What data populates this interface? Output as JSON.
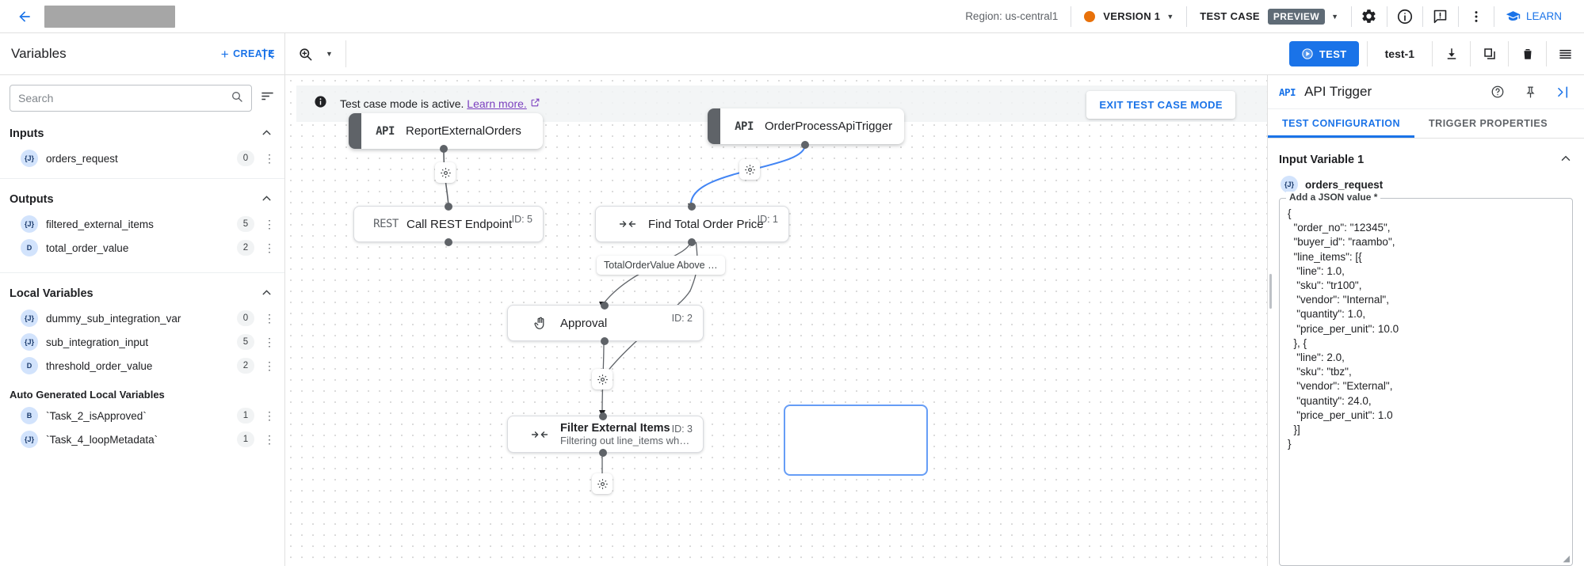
{
  "topbar": {
    "back_icon": "back-arrow-icon",
    "region_label": "Region: us-central1",
    "version_label": "VERSION 1",
    "version_color": "#E8710A",
    "test_case_label": "TEST CASE",
    "preview_chip": "PREVIEW",
    "icons": [
      "gear-icon",
      "info-icon",
      "feedback-icon",
      "more-vert-icon"
    ],
    "learn_label": "LEARN"
  },
  "subbar": {
    "variables_title": "Variables",
    "create_label": "CREATE",
    "collapse_icon": "collapse-left-icon",
    "zoom_icon": "zoom-icon",
    "test_label": "TEST",
    "testcase_name": "test-1",
    "icons": [
      "download-icon",
      "duplicate-icon",
      "delete-icon",
      "list-icon"
    ]
  },
  "sidebar": {
    "search_placeholder": "Search",
    "search_value": "",
    "sections": [
      {
        "title": "Inputs",
        "items": [
          {
            "badge": "{J}",
            "name": "orders_request",
            "count": "0"
          }
        ]
      },
      {
        "title": "Outputs",
        "items": [
          {
            "badge": "{J}",
            "name": "filtered_external_items",
            "count": "5"
          },
          {
            "badge": "D",
            "name": "total_order_value",
            "count": "2"
          }
        ]
      },
      {
        "title": "Local Variables",
        "items": [
          {
            "badge": "{J}",
            "name": "dummy_sub_integration_var",
            "count": "0"
          },
          {
            "badge": "{J}",
            "name": "sub_integration_input",
            "count": "5"
          },
          {
            "badge": "D",
            "name": "threshold_order_value",
            "count": "2"
          }
        ],
        "subheading": "Auto Generated Local Variables",
        "sub_items": [
          {
            "badge": "B",
            "name": "`Task_2_isApproved`",
            "count": "1"
          },
          {
            "badge": "{J}",
            "name": "`Task_4_loopMetadata`",
            "count": "1"
          }
        ]
      }
    ]
  },
  "canvas": {
    "banner_text": "Test case mode is active.",
    "banner_link": "Learn more.",
    "exit_label": "EXIT TEST CASE MODE",
    "nodes": [
      {
        "id": "report-external-orders",
        "kind": "API",
        "title": "ReportExternalOrders",
        "subtitle": "",
        "id_label": ""
      },
      {
        "id": "order-process-api-trigger",
        "kind": "API",
        "title": "OrderProcessApiTrigger",
        "subtitle": "",
        "id_label": ""
      },
      {
        "id": "call-rest-endpoint",
        "kind": "REST",
        "title": "Call REST Endpoint",
        "subtitle": "",
        "id_label": "ID: 5"
      },
      {
        "id": "find-total-order-price",
        "kind": "MAP",
        "title": "Find Total Order Price",
        "subtitle": "",
        "id_label": "ID: 1"
      },
      {
        "id": "approval",
        "kind": "HAND",
        "title": "Approval",
        "subtitle": "",
        "id_label": "ID: 2"
      },
      {
        "id": "filter-external-items",
        "kind": "MAP",
        "title": "Filter External Items",
        "subtitle": "Filtering out line_items whi…",
        "id_label": "ID: 3"
      }
    ],
    "edge_label": "TotalOrderValue Above …"
  },
  "right_panel": {
    "api_badge": "API",
    "title": "API Trigger",
    "icons": [
      "help-icon",
      "pin-icon",
      "collapse-right-icon"
    ],
    "tabs": [
      {
        "label": "TEST CONFIGURATION",
        "active": true
      },
      {
        "label": "TRIGGER PROPERTIES",
        "active": false
      }
    ],
    "section_title": "Input Variable 1",
    "variable": {
      "badge": "{J}",
      "name": "orders_request"
    },
    "json_label": "Add a JSON value *",
    "json_value": "{\n  \"order_no\": \"12345\",\n  \"buyer_id\": \"raambo\",\n  \"line_items\": [{\n   \"line\": 1.0,\n   \"sku\": \"tr100\",\n   \"vendor\": \"Internal\",\n   \"quantity\": 1.0,\n   \"price_per_unit\": 10.0\n  }, {\n   \"line\": 2.0,\n   \"sku\": \"tbz\",\n   \"vendor\": \"External\",\n   \"quantity\": 24.0,\n   \"price_per_unit\": 1.0\n  }]\n}"
  }
}
